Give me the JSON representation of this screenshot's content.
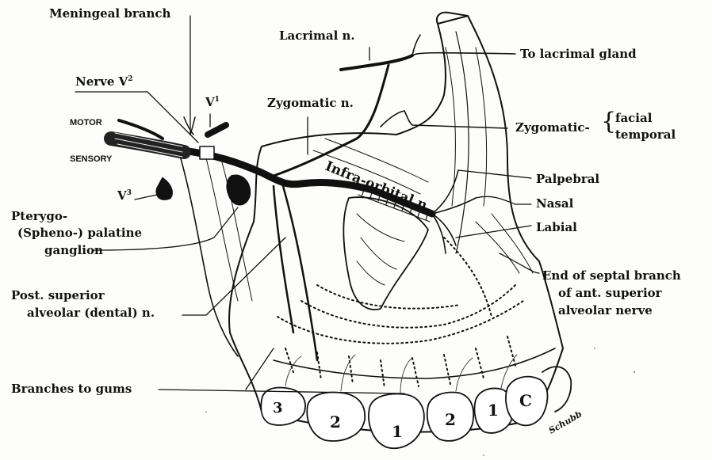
{
  "labels": {
    "meningeal_branch": "Meningeal branch",
    "nerve_v2": "Nerve V",
    "nerve_v2_sup": "2",
    "v1": "V",
    "v1_sup": "1",
    "v3": "V",
    "v3_sup": "3",
    "motor": "MOTOR",
    "sensory": "SENSORY",
    "lacrimal_n": "Lacrimal n.",
    "to_lacrimal_gland": "To lacrimal gland",
    "zygomatic_n": "Zygomatic n.",
    "zygomatic": "Zygomatic-",
    "facial": "facial",
    "temporal": "temporal",
    "infra_orbital_n": "Infra-orbital n.",
    "palpebral": "Palpebral",
    "nasal": "Nasal",
    "labial": "Labial",
    "pterygo_line1": "Pterygo-",
    "pterygo_line2": "(Spheno-) palatine",
    "pterygo_line3": "ganglion",
    "post_sup_line1": "Post. superior",
    "post_sup_line2": "alveolar (dental) n.",
    "end_septal_line1": "End of septal branch",
    "end_septal_line2": "of ant. superior",
    "end_septal_line3": "alveolar nerve",
    "branches_to_gums": "Branches to gums",
    "signature": "Schubb"
  },
  "teeth": [
    "3",
    "2",
    "1",
    "2",
    "1",
    "C"
  ],
  "colors": {
    "ink": "#111111",
    "paper": "#fdfdfb"
  }
}
